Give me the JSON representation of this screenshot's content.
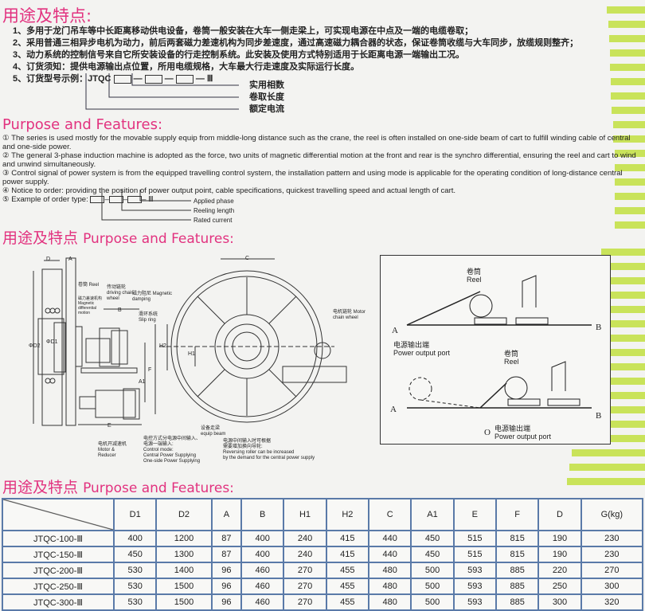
{
  "section_cn": {
    "title": "用途及特点:",
    "items": [
      "1、多用于龙门吊车等中长距离移动供电设备，卷筒一般安装在大车一侧走梁上，可实现电源在中点及一端的电缆卷取；",
      "2、采用普通三相异步电机为动力，前后两套磁力差速机构为同步差速度，通过高速磁力耦合器的状态，保证卷筒收缆与大车同步，放缆规则整齐；",
      "3、动力系统的控制信号来自它所安装设备的行走控制系统。此安装及使用方式特别适用于长距离电源一端输出工况。",
      "4、订货须知：提供电源输出点位置，所用电缆规格，大车最大行走速度及实际运行长度。",
      "5、订货型号示例：JTQC"
    ],
    "order_suffix": "Ⅲ",
    "order_labels": [
      "实用相数",
      "卷取长度",
      "额定电流"
    ]
  },
  "section_en": {
    "title": "Purpose and Features:",
    "items": [
      "① The series is used mostly for the movable supply equip from middle-long distance such as the crane, the reel is often installed on one-side beam of cart to fulfill winding cable of central and one-side power.",
      "② The general 3-phase induction machine is adopted as the force, two units of magnetic differential motion at the front and rear is the synchro differential, ensuring the reel and cart to wind and unwind simultaneously.",
      "③ Control signal of power system is from the equipped travelling control system, the installation pattern and using mode is applicable for the operating condition of long-distance central power supply.",
      "④ Notice to order: providing the position of power output point, cable specifications, quickest travelling speed and actual length of cart.",
      "⑤ Example of order type:"
    ],
    "order_suffix": "Ⅲ",
    "order_labels": [
      "Applied phase",
      "Reeling length",
      "Rated current"
    ]
  },
  "section_drawing": {
    "title_cn": "用途及特点",
    "title_en": "Purpose and Features:",
    "dims": [
      "D",
      "A",
      "B",
      "C",
      "H1",
      "H2",
      "A1",
      "F",
      "E",
      "ΦD1",
      "ΦD2"
    ],
    "labels": {
      "reel": "卷筒 Reel",
      "mag": "磁力差速机构 Magnetic differential motion",
      "chain": "传动链轮 driving chain wheel",
      "damp": "磁力阻尼 Magnetic damping",
      "slip": "滑环系统 Slip ring",
      "motor_chain": "电机链轮 Motor chain wheel",
      "motor": "电机开减速机 Motor & Reducer",
      "control": [
        "电控方式分电源中间输入、",
        "电源一端输入:",
        "Control mode:",
        "Central Power Supplying",
        "One-side Power Supplying"
      ],
      "beam": "设备走梁 equip beam",
      "roller": [
        "电源中间输入时可根据",
        "需要增加换向导轮:",
        "Reversing roller can be increased",
        "by the demand for the central power supply"
      ]
    },
    "scheme": {
      "reel_cn": "卷筒",
      "reel_en": "Reel",
      "a": "A",
      "b": "B",
      "o": "O",
      "port_cn": "电源输出端",
      "port_en": "Power output port"
    }
  },
  "section_table": {
    "title_cn": "用途及特点",
    "title_en": "Purpose and Features:",
    "headers": [
      "D1",
      "D2",
      "A",
      "B",
      "H1",
      "H2",
      "C",
      "A1",
      "E",
      "F",
      "D",
      "G(kg)"
    ],
    "rows": [
      [
        "JTQC-100-Ⅲ",
        "400",
        "1200",
        "87",
        "400",
        "240",
        "415",
        "440",
        "450",
        "515",
        "815",
        "190",
        "230"
      ],
      [
        "JTQC-150-Ⅲ",
        "450",
        "1300",
        "87",
        "400",
        "240",
        "415",
        "440",
        "450",
        "515",
        "815",
        "190",
        "230"
      ],
      [
        "JTQC-200-Ⅲ",
        "530",
        "1400",
        "96",
        "460",
        "270",
        "455",
        "480",
        "500",
        "593",
        "885",
        "220",
        "270"
      ],
      [
        "JTQC-250-Ⅲ",
        "530",
        "1500",
        "96",
        "460",
        "270",
        "455",
        "480",
        "500",
        "593",
        "885",
        "250",
        "300"
      ],
      [
        "JTQC-300-Ⅲ",
        "530",
        "1500",
        "96",
        "460",
        "270",
        "455",
        "480",
        "500",
        "593",
        "885",
        "300",
        "320"
      ]
    ]
  }
}
